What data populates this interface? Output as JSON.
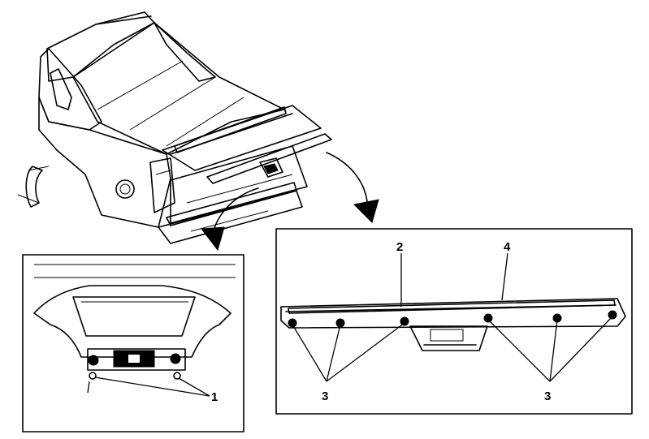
{
  "callouts": {
    "one": "1",
    "two": "2",
    "three_left": "3",
    "three_right": "3",
    "four": "4"
  }
}
